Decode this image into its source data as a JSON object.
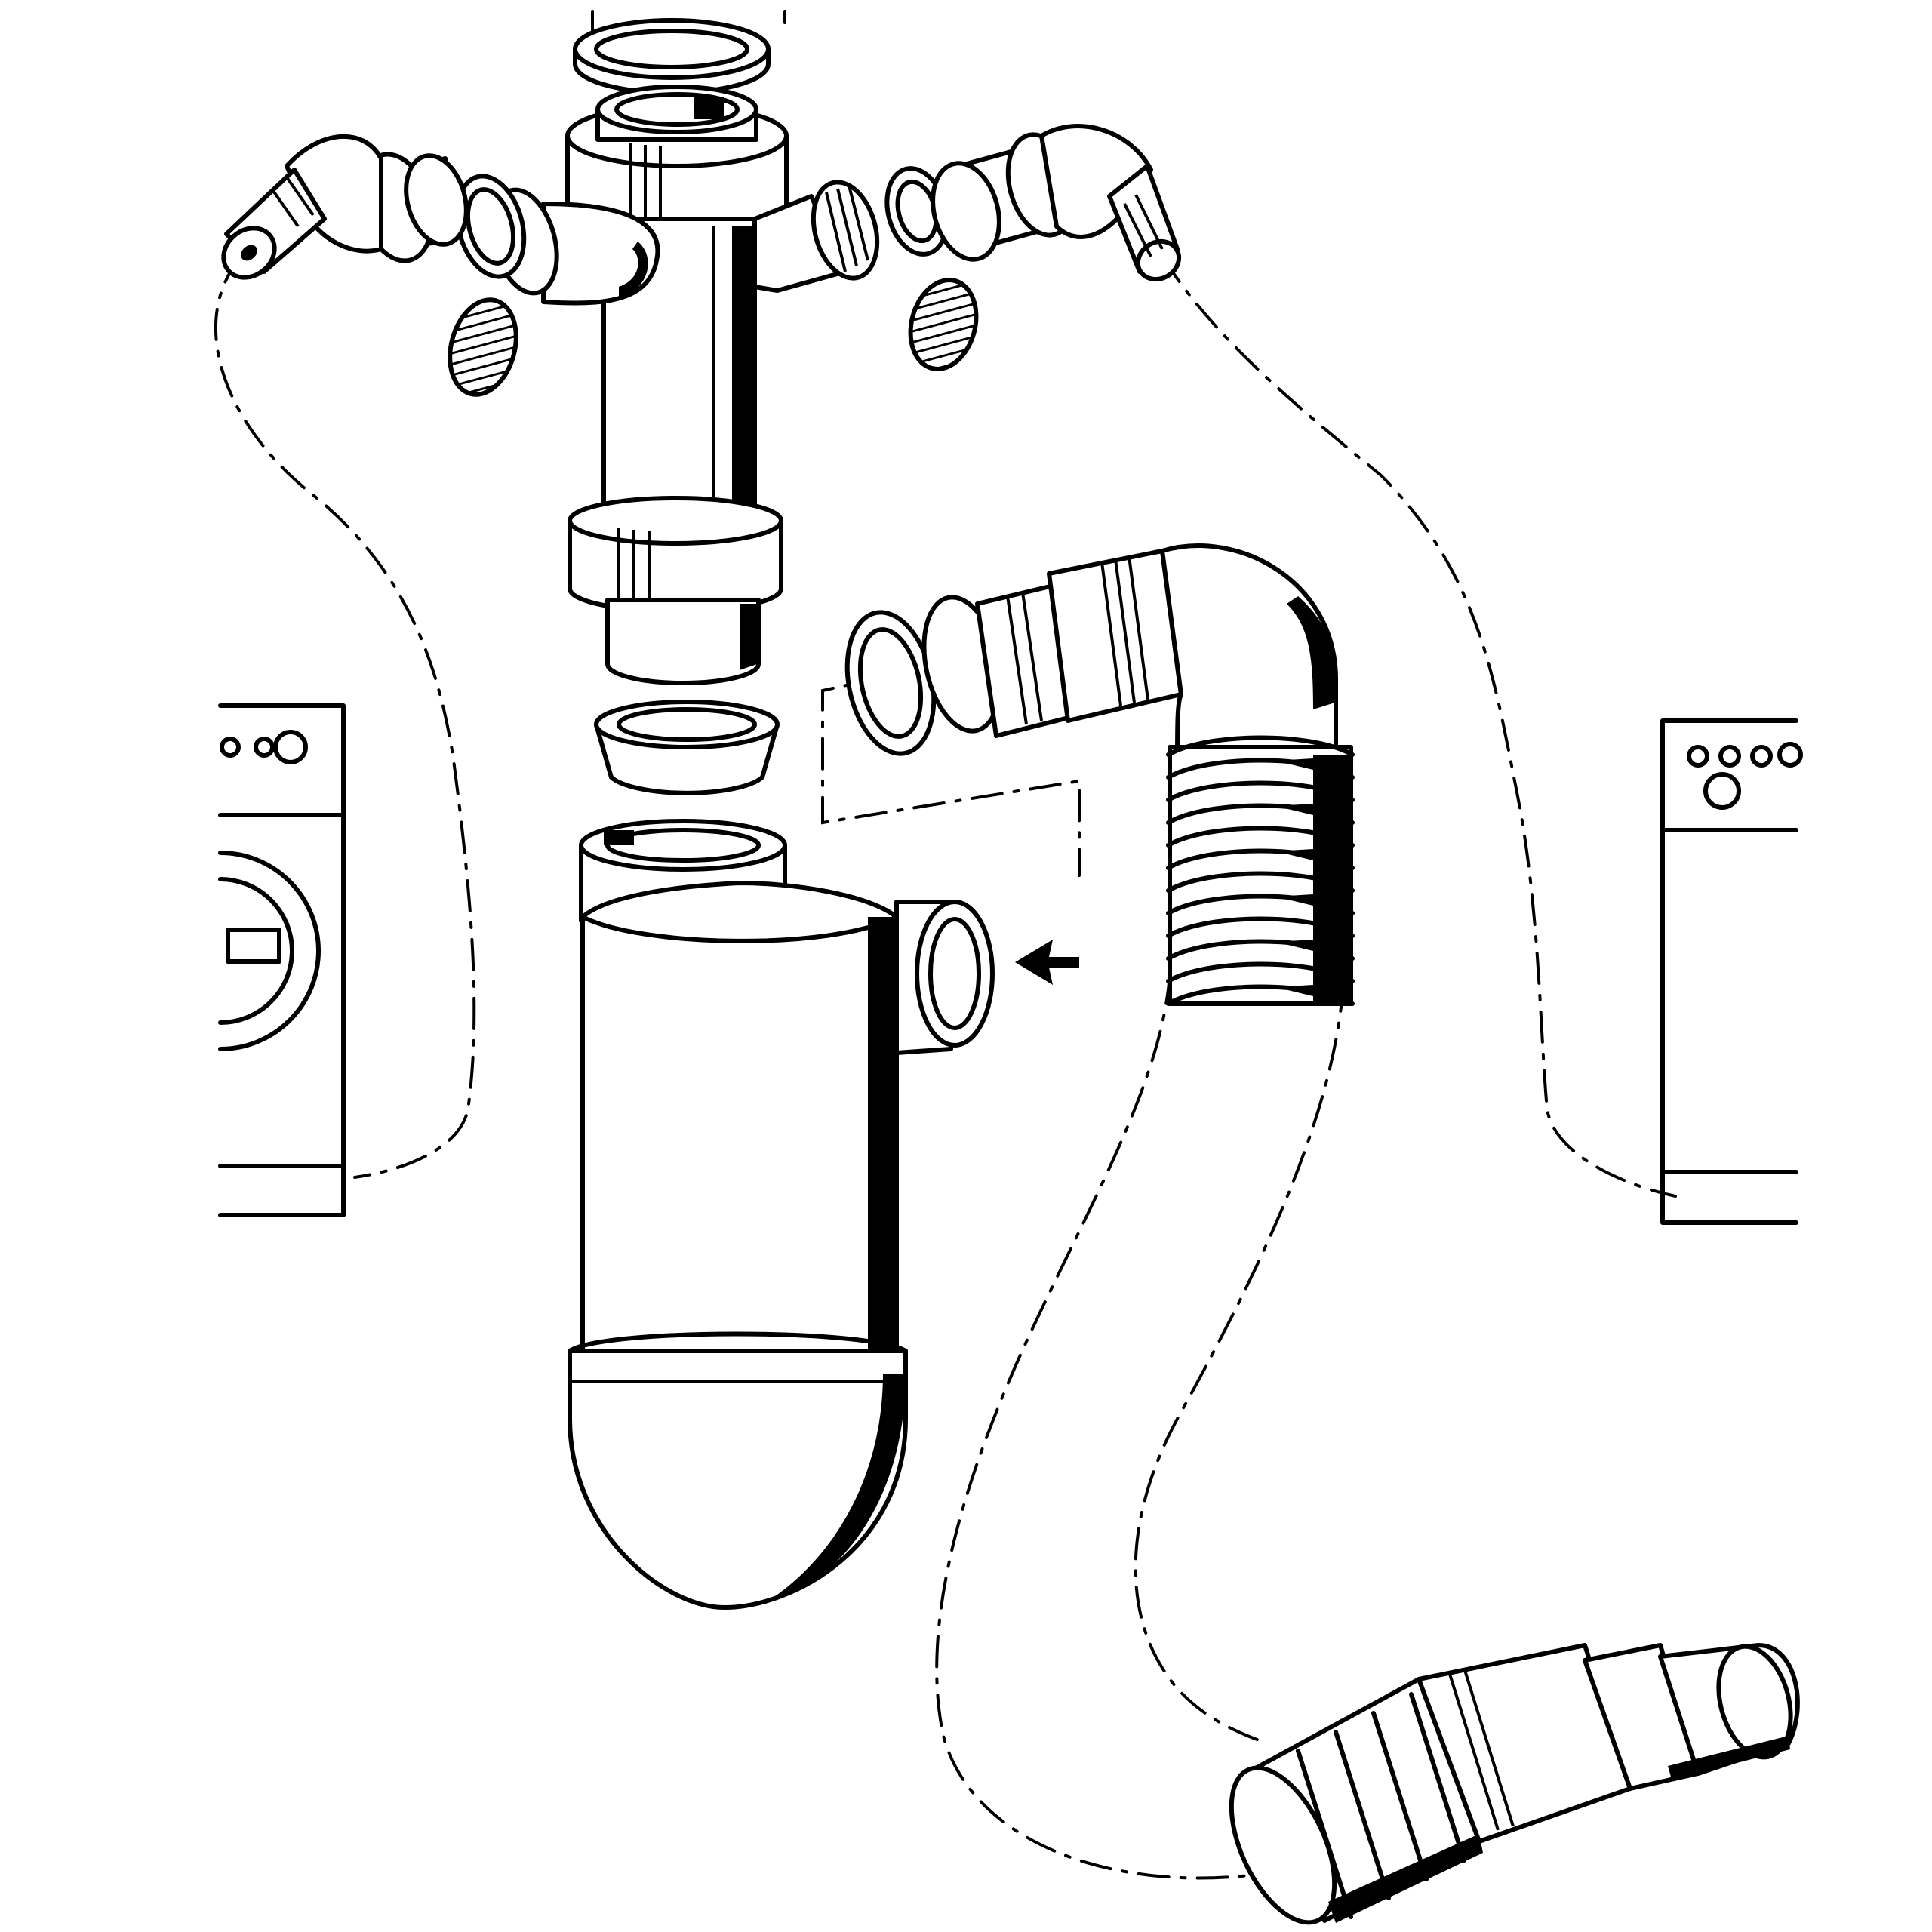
{
  "diagram": {
    "type": "exploded-assembly-drawing",
    "labels": [],
    "colors": {
      "line": "#000000",
      "background": "#ffffff"
    },
    "parts": [
      "top-seal-ring",
      "upper-nut",
      "inlet-tube",
      "left-side-branch",
      "right-side-branch",
      "left-elbow-hose-connector",
      "right-elbow-hose-connector",
      "left-blanking-cap",
      "right-blanking-cap",
      "tube-collar-nut",
      "conical-washer",
      "bottle-trap",
      "trap-side-outlet",
      "outlet-elbow",
      "corrugated-hose",
      "reducer-adapter",
      "left-washing-machine",
      "right-washing-machine"
    ]
  }
}
